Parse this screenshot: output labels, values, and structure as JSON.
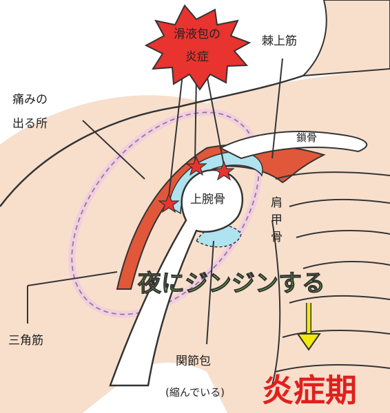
{
  "labels": {
    "burst_line1": "滑液包の",
    "burst_line2": "炎症",
    "supraspinatus": "棘上筋",
    "pain_line1": "痛みの",
    "pain_line2": "出る所",
    "clavicle": "鎖骨",
    "humerus": "上腕骨",
    "scapula_1": "肩",
    "scapula_2": "甲",
    "scapula_3": "骨",
    "night_pain": "夜にジンジンする",
    "deltoid": "三角筋",
    "capsule": "関節包",
    "capsule_note": "(縮んでいる)",
    "phase": "炎症期"
  },
  "colors": {
    "burst_fill": "#e8332f",
    "muscle_red": "#e0573a",
    "skin": "#f7dfcc",
    "bursa_blue": "#aee3ef",
    "pain_zone": "#f3cde0",
    "night_green": "#7dc242",
    "arrow_yellow": "#f3e80c",
    "phase_red": "#e0201e"
  }
}
